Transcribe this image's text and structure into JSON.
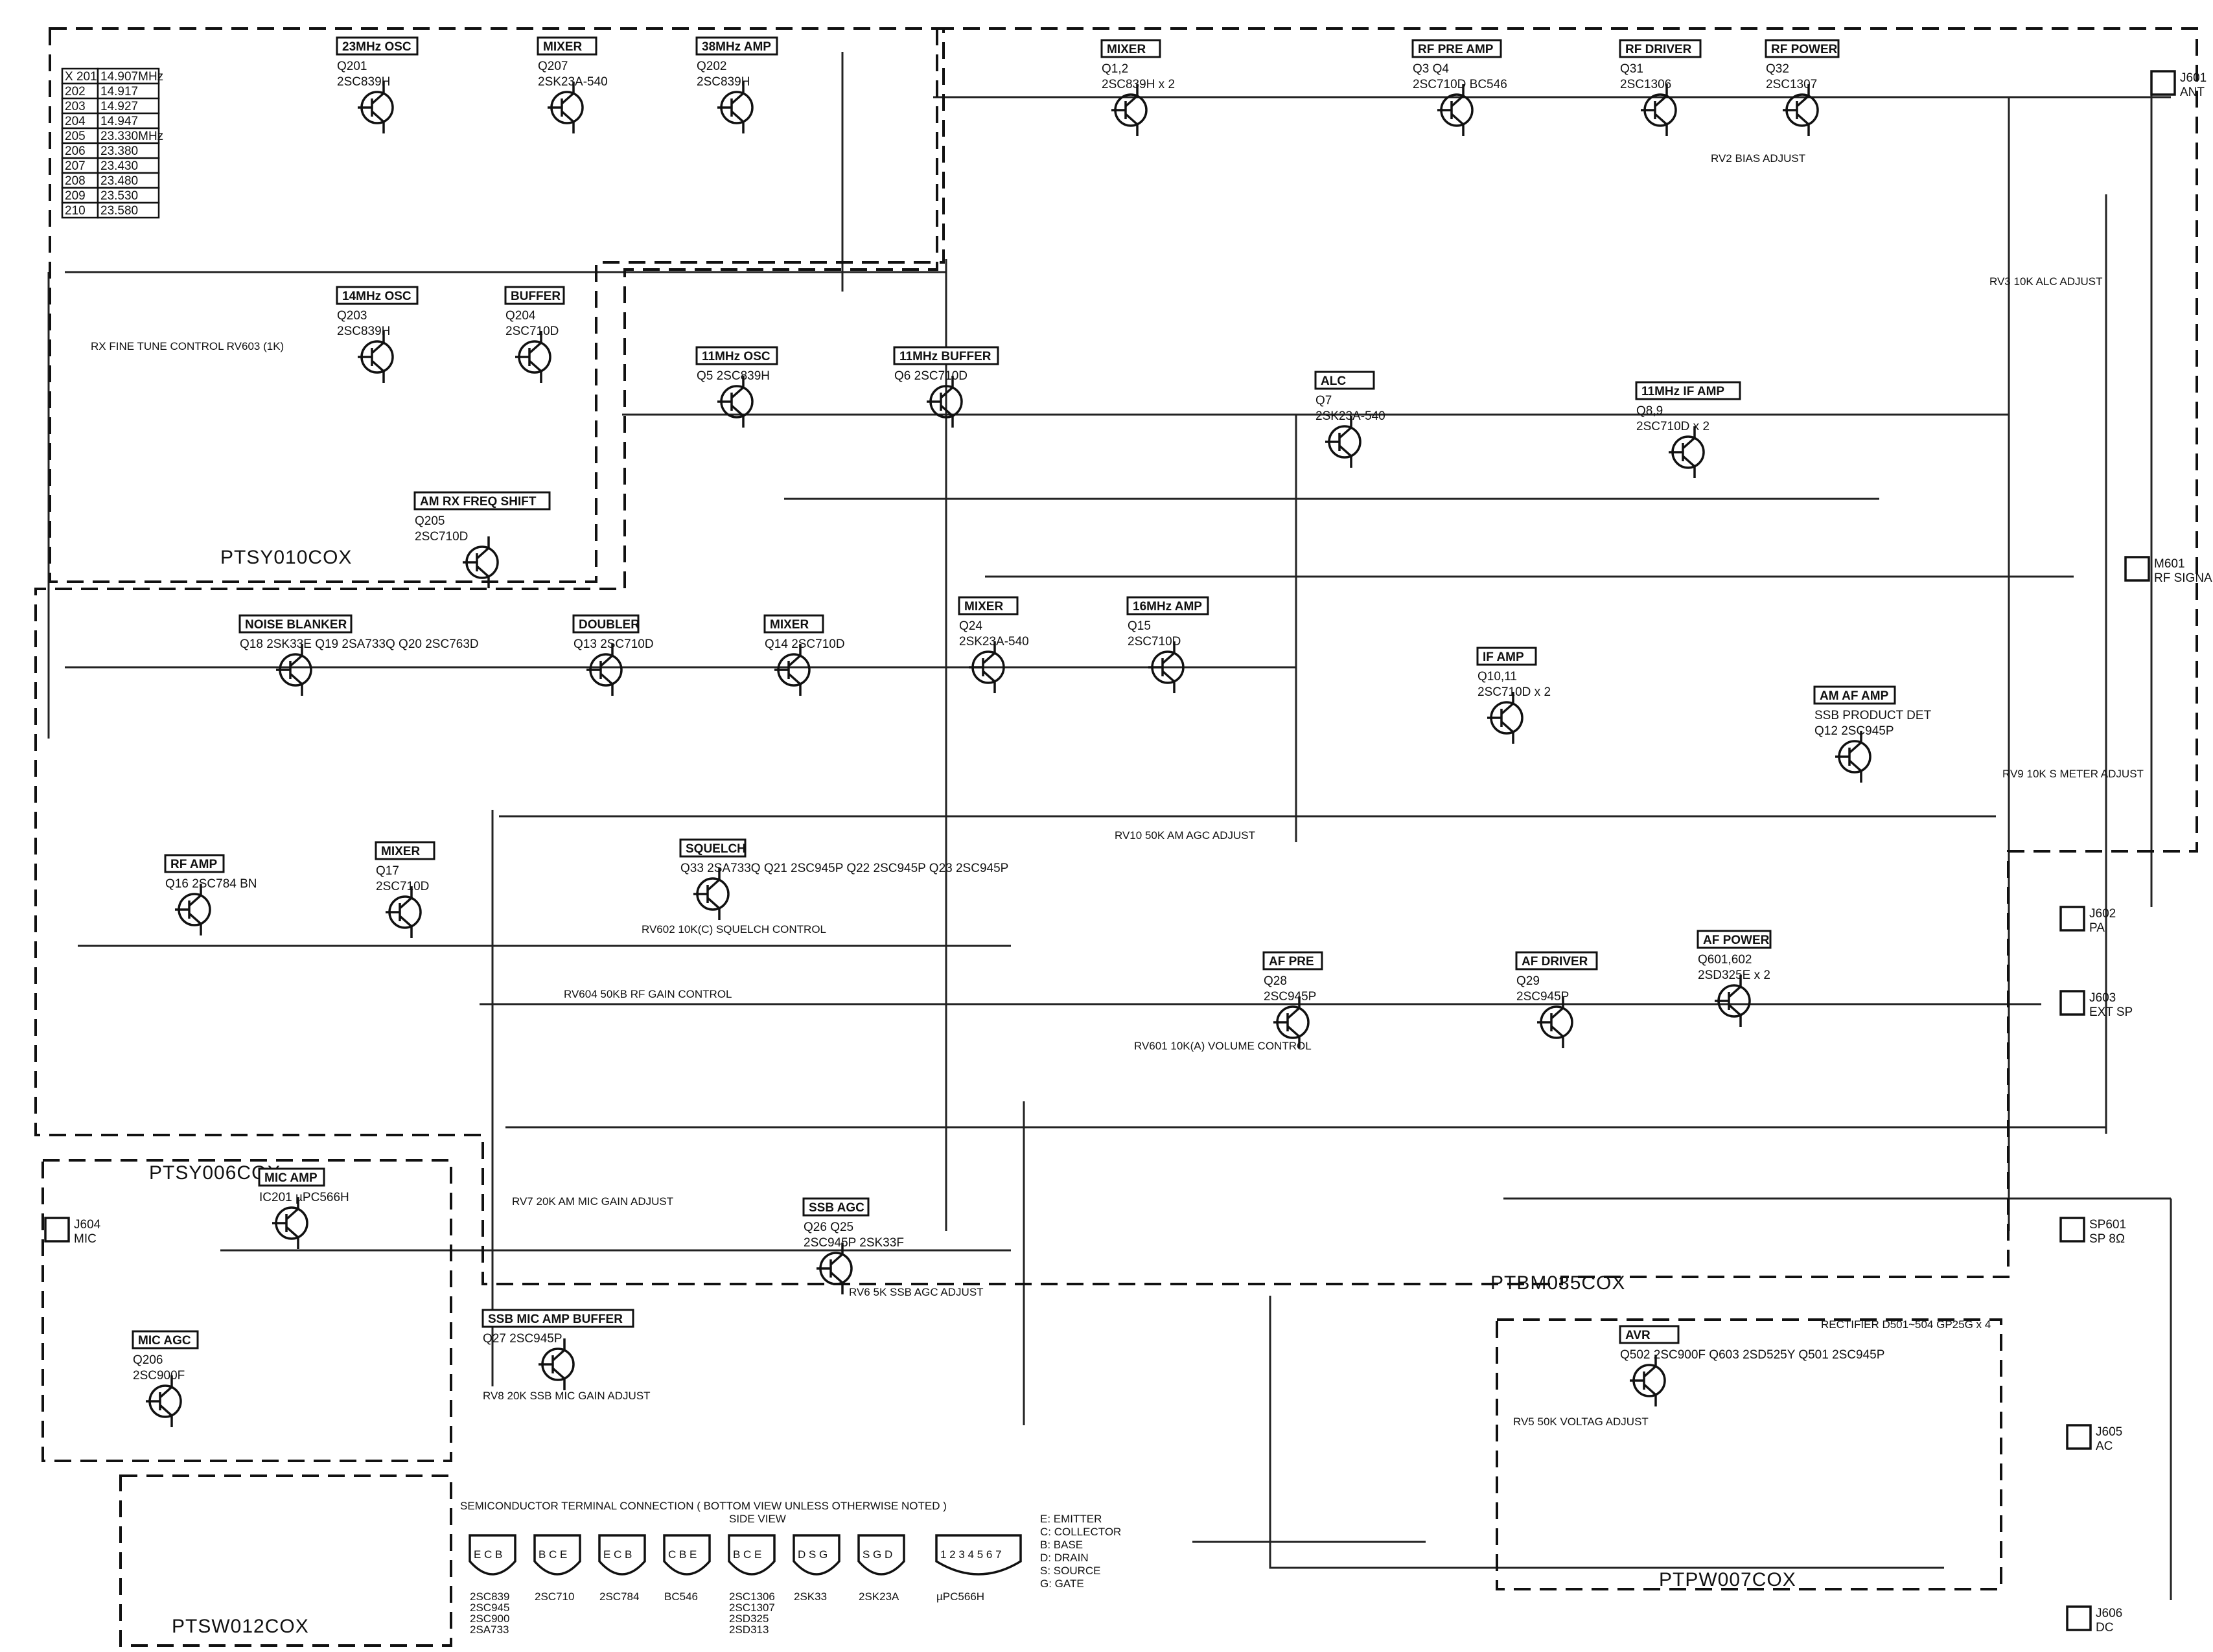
{
  "title": "Transceiver schematic diagram",
  "crystal_table": [
    [
      "X 201",
      "14.907MHz"
    ],
    [
      "202",
      "14.917"
    ],
    [
      "203",
      "14.927"
    ],
    [
      "204",
      "14.947"
    ],
    [
      "205",
      "23.330MHz"
    ],
    [
      "206",
      "23.380"
    ],
    [
      "207",
      "23.430"
    ],
    [
      "208",
      "23.480"
    ],
    [
      "209",
      "23.530"
    ],
    [
      "210",
      "23.580"
    ]
  ],
  "stages": [
    {
      "title": "23MHz OSC",
      "parts": [
        "Q201",
        "2SC839H"
      ]
    },
    {
      "title": "MIXER",
      "parts": [
        "Q207",
        "2SK23A-540"
      ]
    },
    {
      "title": "38MHz AMP",
      "parts": [
        "Q202",
        "2SC839H"
      ]
    },
    {
      "title": "MIXER",
      "parts": [
        "Q1,2",
        "2SC839H x 2"
      ]
    },
    {
      "title": "RF PRE AMP",
      "parts": [
        "Q3   Q4",
        "2SC710D  BC546"
      ]
    },
    {
      "title": "RF DRIVER",
      "parts": [
        "Q31",
        "2SC1306"
      ]
    },
    {
      "title": "RF POWER",
      "parts": [
        "Q32",
        "2SC1307"
      ]
    },
    {
      "title": "14MHz OSC",
      "parts": [
        "Q203",
        "2SC839H"
      ]
    },
    {
      "title": "BUFFER",
      "parts": [
        "Q204",
        "2SC710D"
      ]
    },
    {
      "title": "11MHz OSC",
      "parts": [
        "Q5  2SC839H"
      ]
    },
    {
      "title": "11MHz BUFFER",
      "parts": [
        "Q6  2SC710D"
      ]
    },
    {
      "title": "ALC",
      "parts": [
        "Q7",
        "2SK23A-540"
      ]
    },
    {
      "title": "11MHz IF AMP",
      "parts": [
        "Q8,9",
        "2SC710D x 2"
      ]
    },
    {
      "title": "NOISE BLANKER",
      "parts": [
        "Q18  2SK33E   Q19  2SA733Q   Q20  2SC763D"
      ]
    },
    {
      "title": "DOUBLER",
      "parts": [
        "Q13  2SC710D"
      ]
    },
    {
      "title": "MIXER",
      "parts": [
        "Q14  2SC710D"
      ]
    },
    {
      "title": "MIXER",
      "parts": [
        "Q24",
        "2SK23A-540"
      ]
    },
    {
      "title": "16MHz AMP",
      "parts": [
        "Q15",
        "2SC710D"
      ]
    },
    {
      "title": "IF AMP",
      "parts": [
        "Q10,11",
        "2SC710D x 2"
      ]
    },
    {
      "title": "AM AF AMP",
      "parts": [
        "SSB PRODUCT DET",
        "Q12  2SC945P"
      ]
    },
    {
      "title": "RF AMP",
      "parts": [
        "Q16  2SC784 BN"
      ]
    },
    {
      "title": "MIXER",
      "parts": [
        "Q17",
        "2SC710D"
      ]
    },
    {
      "title": "SQUELCH",
      "parts": [
        "Q33 2SA733Q  Q21 2SC945P Q22 2SC945P  Q23 2SC945P"
      ]
    },
    {
      "title": "AF PRE",
      "parts": [
        "Q28",
        "2SC945P"
      ]
    },
    {
      "title": "AF DRIVER",
      "parts": [
        "Q29",
        "2SC945P"
      ]
    },
    {
      "title": "AF POWER",
      "parts": [
        "Q601,602",
        "2SD325E x 2"
      ]
    },
    {
      "title": "MIC AMP",
      "parts": [
        "IC201  µPC566H"
      ]
    },
    {
      "title": "SSB AGC",
      "parts": [
        "Q26      Q25",
        "2SC945P  2SK33F"
      ]
    },
    {
      "title": "SSB MIC AMP BUFFER",
      "parts": [
        "Q27  2SC945P"
      ]
    },
    {
      "title": "MIC AGC",
      "parts": [
        "Q206",
        "2SC900F"
      ]
    },
    {
      "title": "AVR",
      "parts": [
        "Q502 2SC900F  Q603 2SD525Y  Q501 2SC945P"
      ]
    },
    {
      "title": "AM RX FREQ SHIFT",
      "parts": [
        "Q205",
        "2SC710D"
      ]
    }
  ],
  "boards": [
    "PTSY010COX",
    "PTBM035COX",
    "PTSY006COX",
    "PTSW012COX",
    "PTPW007COX"
  ],
  "connectors": [
    {
      "id": "J601",
      "label": "ANT"
    },
    {
      "id": "J602",
      "label": "PA"
    },
    {
      "id": "J603",
      "label": "EXT SP"
    },
    {
      "id": "J604",
      "label": "MIC"
    },
    {
      "id": "J605",
      "label": "AC"
    },
    {
      "id": "J606",
      "label": "DC"
    },
    {
      "id": "SP601",
      "label": "SP 8Ω"
    },
    {
      "id": "M601",
      "label": "RF SIGNAL"
    }
  ],
  "controls": [
    "RX FINE TUNE CONTROL RV603 (1K)",
    "RV2 BIAS ADJUST",
    "RV3 10K ALC ADJUST",
    "RV9 10K S METER ADJUST",
    "RV10 50K AM AGC ADJUST",
    "RV601 10K(A) VOLUME CONTROL",
    "RV7 20K AM MIC GAIN ADJUST",
    "RV8 20K SSB MIC GAIN ADJUST",
    "RV6 5K SSB AGC ADJUST",
    "RV5 50K VOLTAG ADJUST",
    "RV604 50KB RF GAIN CONTROL",
    "RV602 10K(C) SQUELCH CONTROL",
    "RECTIFIER D501~504 GP25G x 4"
  ],
  "legend": {
    "title": "SEMICONDUCTOR  TERMINAL  CONNECTION    ( BOTTOM  VIEW  UNLESS  OTHERWISE  NOTED )",
    "side_view": "SIDE VIEW",
    "packages": [
      {
        "pins": "E C B",
        "names": [
          "2SC839",
          "2SC945",
          "2SC900",
          "2SA733"
        ]
      },
      {
        "pins": "B C E",
        "names": [
          "2SC710"
        ]
      },
      {
        "pins": "E C B",
        "names": [
          "2SC784"
        ]
      },
      {
        "pins": "C B E",
        "names": [
          "BC546"
        ]
      },
      {
        "pins": "B C E",
        "names": [
          "2SC1306",
          "2SC1307",
          "2SD325",
          "2SD313"
        ]
      },
      {
        "pins": "D S G",
        "names": [
          "2SK33"
        ]
      },
      {
        "pins": "S G D",
        "names": [
          "2SK23A"
        ]
      },
      {
        "pins": "1 2 3 4 5 6 7",
        "names": [
          "µPC566H"
        ]
      }
    ],
    "key": [
      "E: EMITTER",
      "C: COLLECTOR",
      "B: BASE",
      "D: DRAIN",
      "S: SOURCE",
      "G: GATE"
    ]
  }
}
